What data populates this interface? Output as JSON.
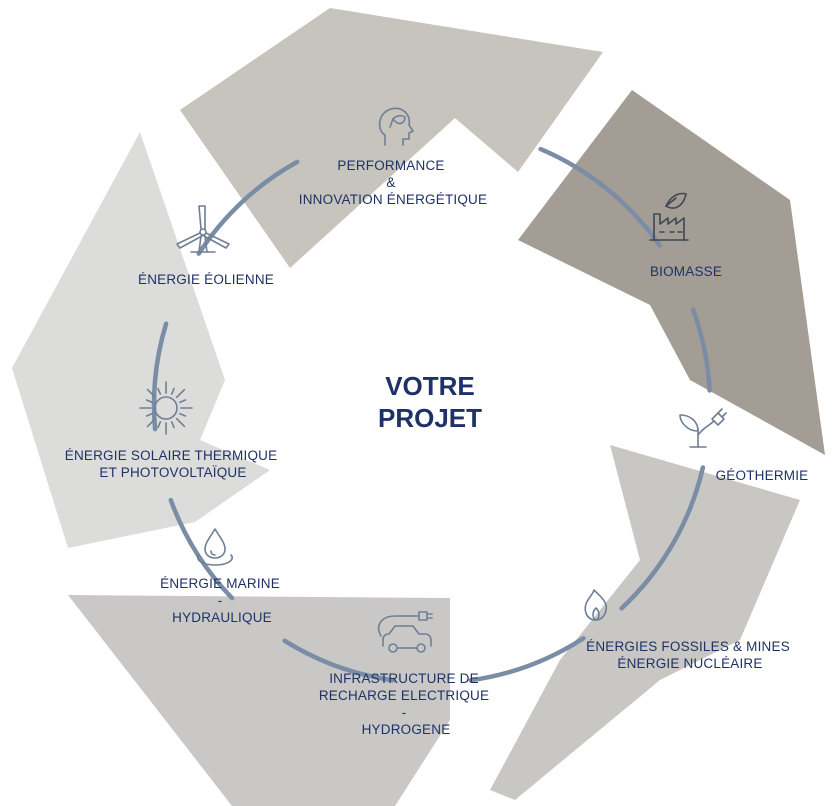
{
  "center": {
    "line1": "VOTRE",
    "line2": "PROJET"
  },
  "colors": {
    "accent": "#1f3266",
    "ring": "#7a8da5",
    "panel_light": "#d9d9d7",
    "panel_mid": "#c8c4be",
    "panel_dark": "#a39d95"
  },
  "nodes": [
    {
      "id": "performance",
      "icon": "head-leaf-icon",
      "lines": [
        "PERFORMANCE",
        "&",
        "INNOVATION ÉNERGÉTIQUE"
      ]
    },
    {
      "id": "biomasse",
      "icon": "factory-leaf-icon",
      "lines": [
        "BIOMASSE"
      ]
    },
    {
      "id": "geothermie",
      "icon": "plant-plug-icon",
      "lines": [
        "GÉOTHERMIE"
      ]
    },
    {
      "id": "fossiles",
      "icon": "flame-icon",
      "lines": [
        "ÉNERGIES FOSSILES & MINES",
        "ÉNERGIE NUCLÉAIRE"
      ]
    },
    {
      "id": "recharge",
      "icon": "car-plug-icon",
      "lines": [
        "INFRASTRUCTURE DE",
        "RECHARGE ELECTRIQUE",
        "-",
        "HYDROGENE"
      ]
    },
    {
      "id": "marine",
      "icon": "water-drop-icon",
      "lines": [
        "ÉNERGIE MARINE",
        "-",
        "HYDRAULIQUE"
      ]
    },
    {
      "id": "solaire",
      "icon": "sun-icon",
      "lines": [
        "ÉNERGIE SOLAIRE THERMIQUE",
        "ET PHOTOVOLTAÏQUE"
      ]
    },
    {
      "id": "eolienne",
      "icon": "wind-turbine-icon",
      "lines": [
        "ÉNERGIE ÉOLIENNE"
      ]
    }
  ]
}
